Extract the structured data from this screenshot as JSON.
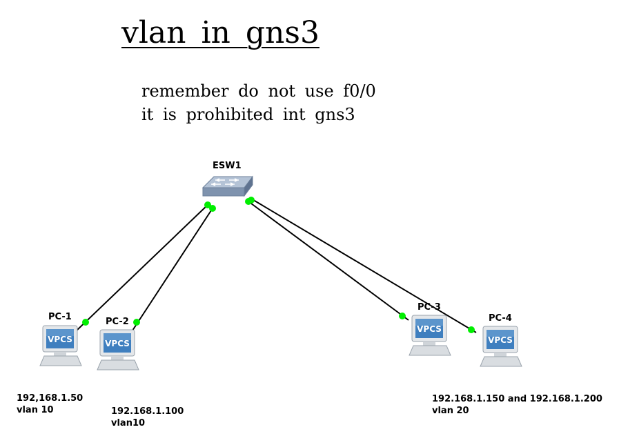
{
  "title": "vlan in gns3",
  "notes": [
    "remember do not use f0/0",
    "it is prohibited int gns3"
  ],
  "switch": {
    "label": "ESW1",
    "icon": "switch-icon"
  },
  "pcs": [
    {
      "label": "PC-1",
      "screen_text": "VPCS",
      "icon": "vpcs-pc-icon"
    },
    {
      "label": "PC-2",
      "screen_text": "VPCS",
      "icon": "vpcs-pc-icon"
    },
    {
      "label": "PC-3",
      "screen_text": "VPCS",
      "icon": "vpcs-pc-icon"
    },
    {
      "label": "PC-4",
      "screen_text": "VPCS",
      "icon": "vpcs-pc-icon"
    }
  ],
  "addresses": [
    {
      "ip": "192,168.1.50",
      "vlan": "vlan 10"
    },
    {
      "ip": "192.168.1.100",
      "vlan": "vlan10"
    },
    {
      "ip": "192.168.1.150 and 192.168.1.200",
      "vlan": "vlan 20"
    }
  ],
  "colors": {
    "link": "#000000",
    "port_up": "#00ee00",
    "screen": "#3f7fbf",
    "switch_body": "#8fa3bd"
  }
}
